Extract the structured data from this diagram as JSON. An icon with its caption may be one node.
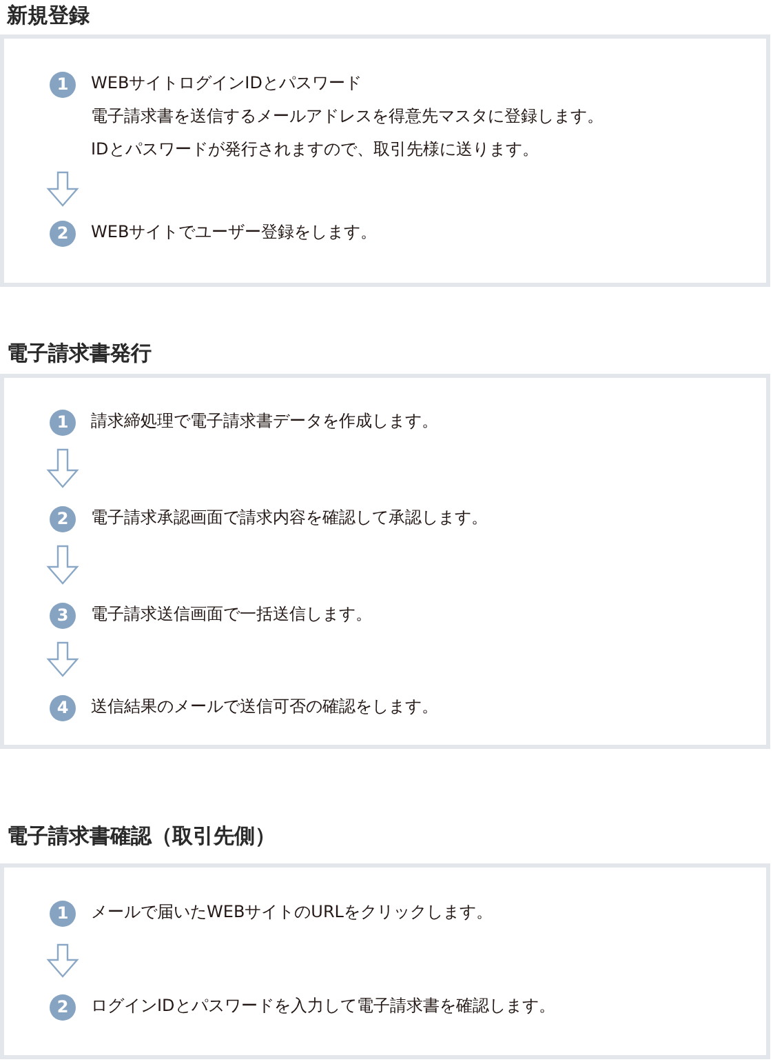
{
  "diagram": {
    "nodes": [
      {
        "text": [
          "新規登録"
        ]
      },
      {
        "text": [
          "1",
          "WEBサイトログインIDとパスワード",
          "電子請求書を送信するメールアドレスを得意先マスタに登録します。",
          "IDとパスワードが発行されますので、取引先様に送ります。"
        ],
        "in": 0
      },
      {
        "text": [
          "2",
          "WEBサイトでユーザー登録をします。"
        ],
        "in": 0
      },
      {
        "text": [
          "電子請求書発行"
        ]
      },
      {
        "text": [
          "1",
          "請求締処理で電子請求書データを作成します。"
        ],
        "in": 3
      },
      {
        "text": [
          "2",
          "電子請求承認画面で請求内容を確認して承認します。"
        ],
        "in": 3
      },
      {
        "text": [
          "3",
          "電子請求送信画面で一括送信します。"
        ],
        "in": 3
      },
      {
        "text": [
          "4",
          "送信結果のメールで送信可否の確認をします。"
        ],
        "in": 3
      },
      {
        "text": [
          "電子請求書確認（取引先側）"
        ]
      },
      {
        "text": [
          "1",
          "メールで届いたWEBサイトのURLをクリックします。"
        ],
        "in": 8
      },
      {
        "text": [
          "2",
          "ログインIDとパスワードを入力して電子請求書を確認します。"
        ],
        "in": 8
      }
    ],
    "edges": [
      {
        "from": 1,
        "to": 2,
        "arrow": "to"
      },
      {
        "from": 4,
        "to": 5,
        "arrow": "to"
      },
      {
        "from": 5,
        "to": 6,
        "arrow": "to"
      },
      {
        "from": 6,
        "to": 7,
        "arrow": "to"
      },
      {
        "from": 9,
        "to": 10,
        "arrow": "to"
      }
    ]
  }
}
